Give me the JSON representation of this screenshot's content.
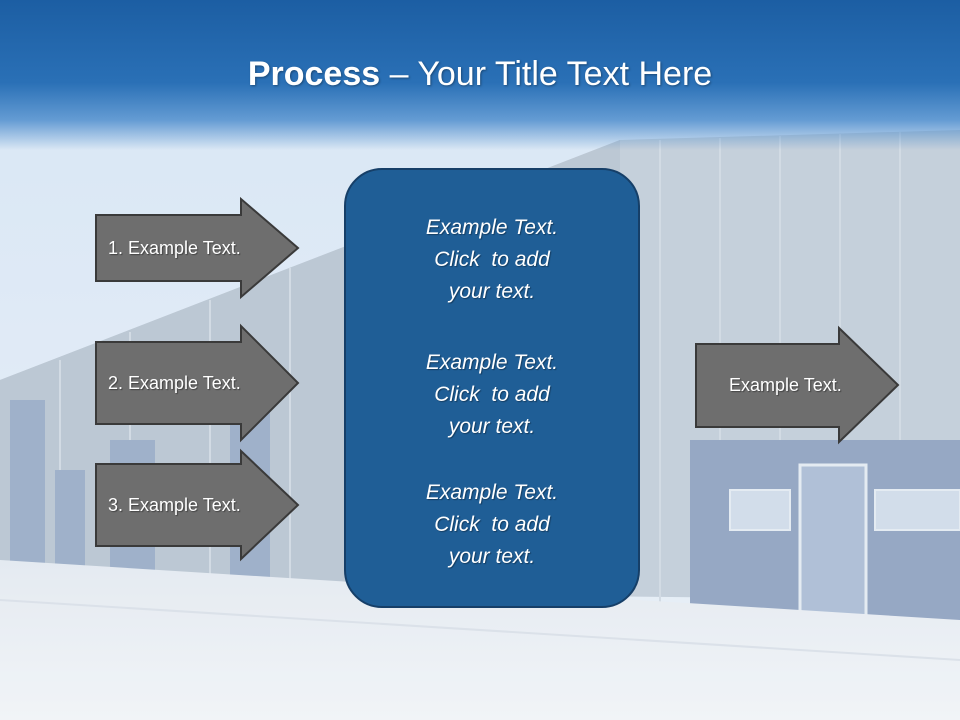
{
  "slide": {
    "title_bold": "Process",
    "title_rest": " – Your Title Text Here",
    "left_items": [
      {
        "label": "1. Example Text."
      },
      {
        "label": "2. Example Text."
      },
      {
        "label": "3. Example Text."
      }
    ],
    "center_blocks": [
      {
        "line1": "Example Text.",
        "line2": "Click  to add",
        "line3": "your text."
      },
      {
        "line1": "Example Text.",
        "line2": "Click  to add",
        "line3": "your text."
      },
      {
        "line1": "Example Text.",
        "line2": "Click  to add",
        "line3": "your text."
      }
    ],
    "right_item": {
      "label": "Example Text."
    }
  },
  "colors": {
    "title_band": "#1c5ea3",
    "arrow_fill": "#6e6e6e",
    "center_box": "#1f5e96"
  }
}
